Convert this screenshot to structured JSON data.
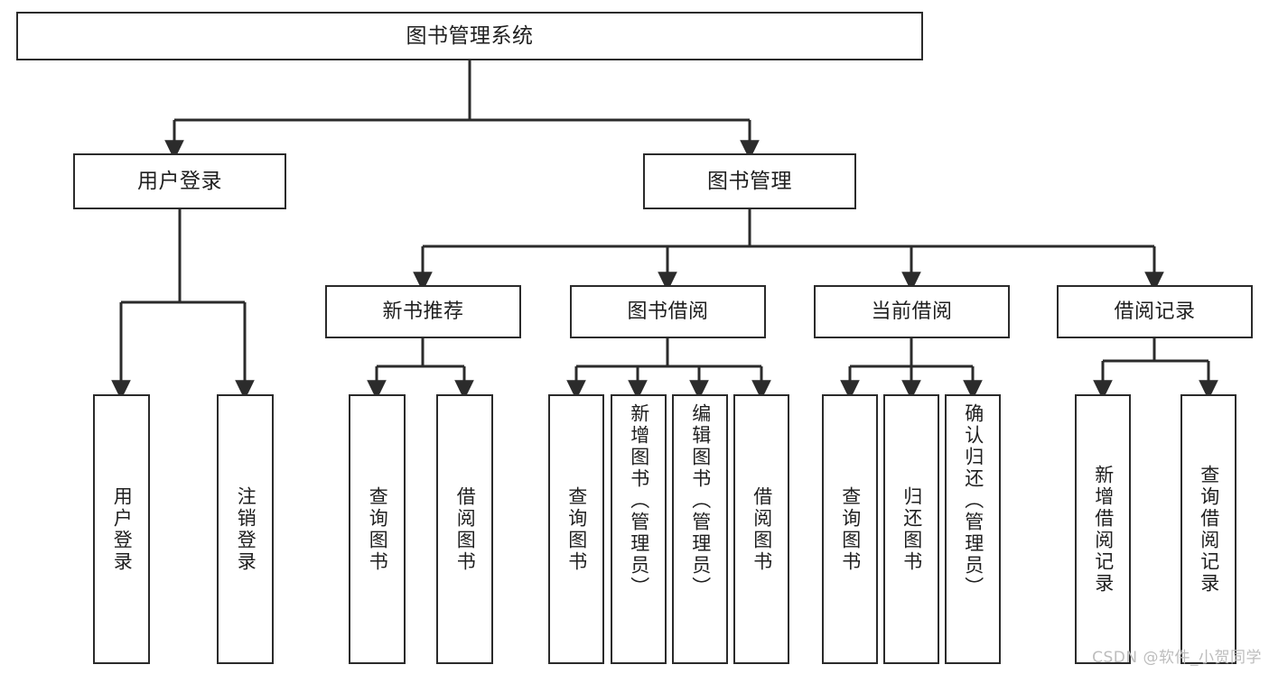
{
  "diagram": {
    "title": "图书管理系统",
    "watermark": "CSDN @软件_小贺同学",
    "stroke_color": "#2b2b2b",
    "background_color": "#ffffff",
    "nodes": {
      "root": {
        "label": "图书管理系统"
      },
      "level2": [
        {
          "label": "用户登录"
        },
        {
          "label": "图书管理"
        }
      ],
      "level3": [
        {
          "label": "新书推荐"
        },
        {
          "label": "图书借阅"
        },
        {
          "label": "当前借阅"
        },
        {
          "label": "借阅记录"
        }
      ],
      "leaves": {
        "user_login": [
          {
            "label": "用户登录"
          },
          {
            "label": "注销登录"
          }
        ],
        "new_book_recommend": [
          {
            "label": "查询图书"
          },
          {
            "label": "借阅图书"
          }
        ],
        "book_borrow": [
          {
            "label": "查询图书"
          },
          {
            "label": "新增图书（管理员）"
          },
          {
            "label": "编辑图书（管理员）"
          },
          {
            "label": "借阅图书"
          }
        ],
        "current_borrow": [
          {
            "label": "查询图书"
          },
          {
            "label": "归还图书"
          },
          {
            "label": "确认归还（管理员）"
          }
        ],
        "borrow_record": [
          {
            "label": "新增借阅记录"
          },
          {
            "label": "查询借阅记录"
          }
        ]
      }
    }
  }
}
